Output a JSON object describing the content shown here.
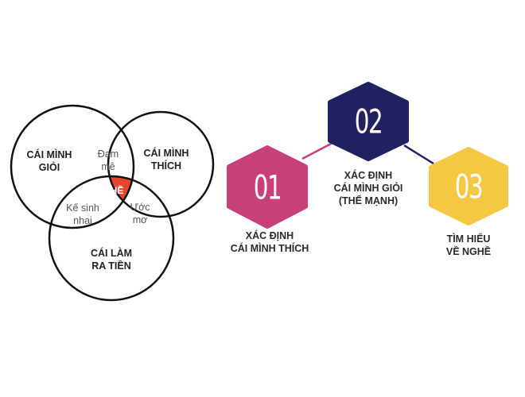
{
  "venn": {
    "circle_left": "CÁI MÌNH GIỎI",
    "circle_left_l1": "CÁI MÌNH",
    "circle_left_l2": "GIỎI",
    "circle_right_l1": "CÁI MÌNH",
    "circle_right_l2": "THÍCH",
    "circle_bottom_l1": "CÁI LÀM",
    "circle_bottom_l2": "RA TIỀN",
    "overlap_top_l1": "Đam",
    "overlap_top_l2": "mê",
    "overlap_left_l1": "Kế sinh",
    "overlap_left_l2": "nhai",
    "overlap_right_l1": "Ước",
    "overlap_right_l2": "mơ",
    "center": "NGHỀ",
    "center_color": "#e8462a"
  },
  "steps": [
    {
      "number": "01",
      "l1": "XÁC ĐỊNH",
      "l2": "CÁI MÌNH THÍCH",
      "color": "#c8407a"
    },
    {
      "number": "02",
      "l1": "XÁC ĐỊNH",
      "l2": "CÁI MÌNH GIỎI",
      "l3": "(THẾ MẠNH)",
      "color": "#1f2160"
    },
    {
      "number": "03",
      "l1": "TÌM HIỂU",
      "l2": "VỀ NGHỀ",
      "color": "#f5c842"
    }
  ]
}
